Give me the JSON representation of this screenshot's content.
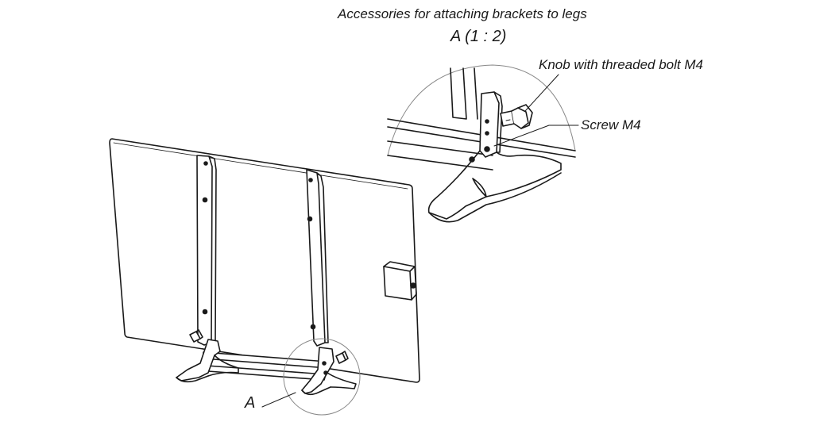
{
  "diagram": {
    "title": "Accessories for attaching brackets to legs",
    "detail_scale": "A (1 : 2)",
    "callout_labels": {
      "knob": "Knob with threaded bolt M4",
      "screw": "Screw M4"
    },
    "detail_marker": "A",
    "colors": {
      "line": "#1a1a1a",
      "panel_fill": "#ffffff",
      "background": "#ffffff",
      "detail_circle": "#888888"
    }
  }
}
